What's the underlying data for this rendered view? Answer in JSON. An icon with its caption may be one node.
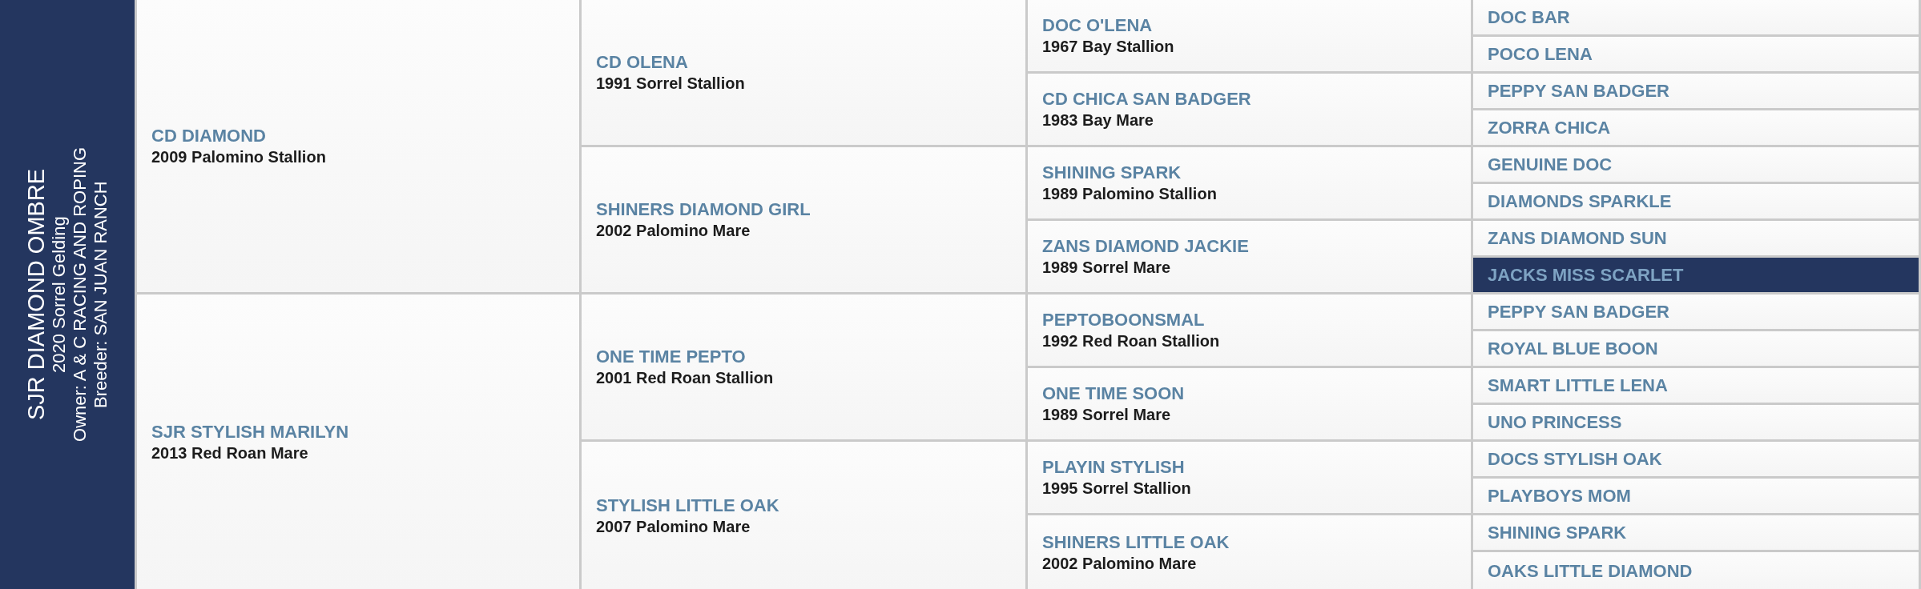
{
  "diagram": {
    "nodes": [
      {
        "text": [
          "SJR DIAMOND OMBRE",
          "2020 Sorrel Gelding",
          "Owner: A & C RACING AND ROPING",
          "Breeder: SAN JUAN RANCH"
        ]
      },
      {
        "text": [
          "CD DIAMOND",
          "2009 Palomino Stallion"
        ]
      },
      {
        "text": [
          "CD OLENA",
          "1991 Sorrel Stallion"
        ]
      },
      {
        "text": [
          "DOC O'LENA",
          "1967 Bay Stallion"
        ]
      },
      {
        "text": [
          "DOC BAR"
        ]
      },
      {
        "text": [
          "POCO LENA"
        ]
      },
      {
        "text": [
          "CD CHICA SAN BADGER",
          "1983 Bay Mare"
        ]
      },
      {
        "text": [
          "PEPPY SAN BADGER"
        ]
      },
      {
        "text": [
          "ZORRA CHICA"
        ]
      },
      {
        "text": [
          "SHINERS DIAMOND GIRL",
          "2002 Palomino Mare"
        ]
      },
      {
        "text": [
          "SHINING SPARK",
          "1989 Palomino Stallion"
        ]
      },
      {
        "text": [
          "GENUINE DOC"
        ]
      },
      {
        "text": [
          "DIAMONDS SPARKLE"
        ]
      },
      {
        "text": [
          "ZANS DIAMOND JACKIE",
          "1989 Sorrel Mare"
        ]
      },
      {
        "text": [
          "ZANS DIAMOND SUN"
        ]
      },
      {
        "text": [
          "JACKS MISS SCARLET"
        ]
      },
      {
        "text": [
          "SJR STYLISH MARILYN",
          "2013 Red Roan Mare"
        ]
      },
      {
        "text": [
          "ONE TIME PEPTO",
          "2001 Red Roan Stallion"
        ]
      },
      {
        "text": [
          "PEPTOBOONSMAL",
          "1992 Red Roan Stallion"
        ]
      },
      {
        "text": [
          "PEPPY SAN BADGER"
        ]
      },
      {
        "text": [
          "ROYAL BLUE BOON"
        ]
      },
      {
        "text": [
          "ONE TIME SOON",
          "1989 Sorrel Mare"
        ]
      },
      {
        "text": [
          "SMART LITTLE LENA"
        ]
      },
      {
        "text": [
          "UNO PRINCESS"
        ]
      },
      {
        "text": [
          "STYLISH LITTLE OAK",
          "2007 Palomino Mare"
        ]
      },
      {
        "text": [
          "PLAYIN STYLISH",
          "1995 Sorrel Stallion"
        ]
      },
      {
        "text": [
          "DOCS STYLISH OAK"
        ]
      },
      {
        "text": [
          "PLAYBOYS MOM"
        ]
      },
      {
        "text": [
          "SHINERS LITTLE OAK",
          "2002 Palomino Mare"
        ]
      },
      {
        "text": [
          "SHINING SPARK"
        ]
      },
      {
        "text": [
          "OAKS LITTLE DIAMOND"
        ]
      }
    ]
  }
}
